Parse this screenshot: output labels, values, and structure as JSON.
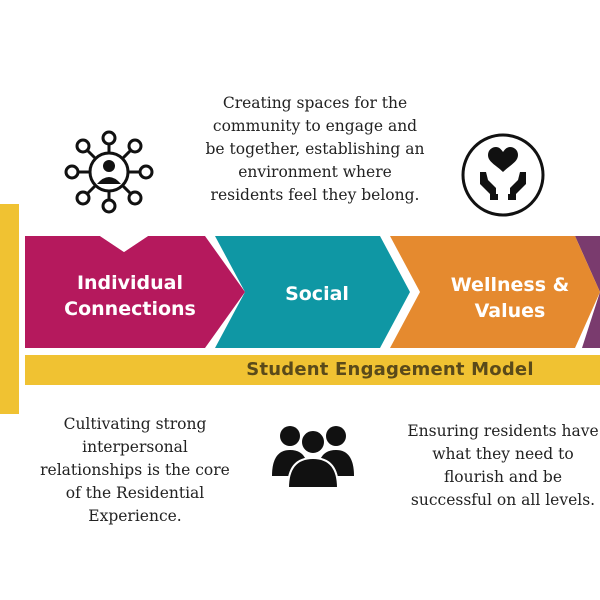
{
  "segments": [
    {
      "label_lines": [
        "Individual",
        "Connections"
      ],
      "color": "#b5195d"
    },
    {
      "label_lines": [
        "Social"
      ],
      "color": "#0f97a4"
    },
    {
      "label_lines": [
        "Wellness &",
        "Values"
      ],
      "color": "#e58a2f"
    }
  ],
  "banner": {
    "title": "Student Engagement Model",
    "color": "#f0c232"
  },
  "descriptions": {
    "social": [
      "Creating spaces for the",
      "community to engage and",
      "be together, establishing an",
      "environment where",
      "residents feel they belong."
    ],
    "individual": [
      "Cultivating strong",
      "interpersonal",
      "relationships is the core",
      "of the Residential",
      "Experience."
    ],
    "wellness": [
      "Ensuring residents have",
      "what they need to",
      "flourish and be",
      "successful on all levels."
    ]
  },
  "icons": {
    "social": "people-network-icon",
    "wellness": "heart-hands-icon",
    "individual": "group-icon"
  },
  "colors": {
    "side_bar": "#f0c232",
    "edge_purple": "#7a3b6e"
  }
}
